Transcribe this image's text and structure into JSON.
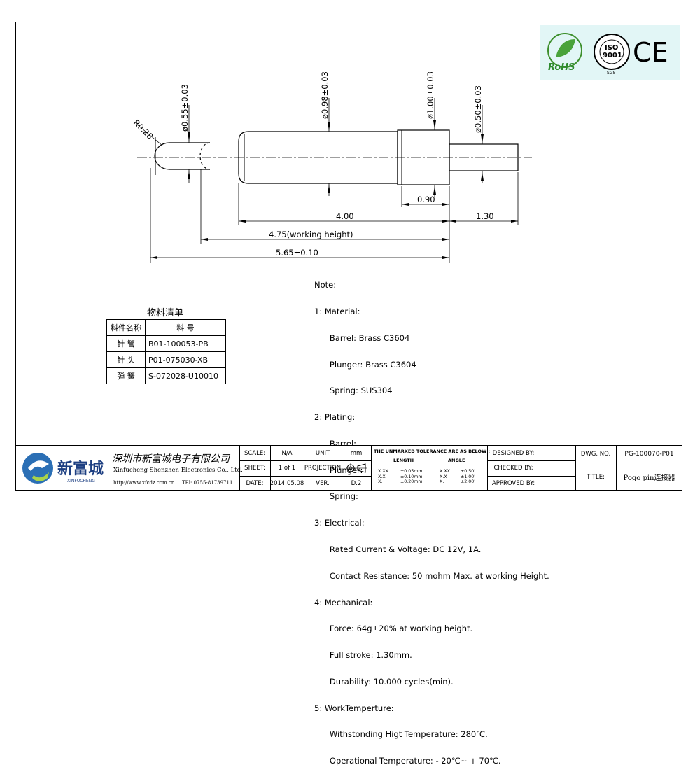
{
  "dimensions": {
    "r_tip": "R0.28",
    "d_plunger_tip": "ø0.55±0.03",
    "d_barrel": "ø0.98±0.03",
    "d_collar": "ø1.00±0.03",
    "d_tail": "ø0.50±0.03",
    "len_collar": "0.90",
    "len_barrel": "4.00",
    "len_tail": "1.30",
    "len_working": "4.75(working height)",
    "len_total": "5.65±0.10"
  },
  "notes": {
    "title": "Note:",
    "lines": [
      "1: Material:",
      "      Barrel: Brass C3604",
      "      Plunger: Brass C3604",
      "      Spring: SUS304",
      "2: Plating:",
      "      Barrel:",
      "      Plunger:",
      "      Spring:",
      "3: Electrical:",
      "      Rated Current & Voltage: DC 12V, 1A.",
      "      Contact Resistance: 50 mohm Max. at working Height.",
      "4: Mechanical:",
      "      Force: 64g±20% at working height.",
      "      Full stroke: 1.30mm.",
      "      Durability: 10.000 cycles(min).",
      "5: WorkTemperture:",
      "      Withstonding Higt Temperature: 280℃.",
      "      Operational Temperature: - 20℃~ + 70℃."
    ]
  },
  "bom": {
    "title": "物料清单",
    "headers": [
      "料件名称",
      "料 号"
    ],
    "rows": [
      [
        "针 管",
        "B01-100053-PB"
      ],
      [
        "针 头",
        "P01-075030-XB"
      ],
      [
        "弹 簧",
        "S-072028-U10010"
      ]
    ]
  },
  "certs": {
    "rohs": "RoHS",
    "iso": "ISO",
    "iso_num": "9001",
    "sgs": "SGS",
    "ce": "CE"
  },
  "title_block": {
    "company_cn": "深圳市新富城电子有限公司",
    "company_en": "Xinfucheng Shenzhen Electronics Co., Ltd.",
    "company_web": "http://www.xfcdz.com.cn",
    "company_tel": "TEl: 0755-81739711",
    "logo_text": "新富城",
    "logo_sub": "XINFUCHENG",
    "scale_label": "SCALE:",
    "scale_value": "N/A",
    "sheet_label": "SHEET:",
    "sheet_value": "1 of 1",
    "date_label": "DATE:",
    "date_value": "2014.05.08",
    "unit_label": "UNIT",
    "unit_value": "mm",
    "projection_label": "PROJECTION",
    "ver_label": "VER.",
    "ver_value": "D.2",
    "tolerance_title": "THE UNMARKED TOLERANCE ARE AS BELOW :",
    "length_label": "LENGTH",
    "angle_label": "ANGLE",
    "tol_rows": [
      [
        "X.XX",
        "±0.05mm",
        "X.XX",
        "±0.50'"
      ],
      [
        "X.X",
        "±0.10mm",
        "X.X",
        "±1.00'"
      ],
      [
        "X.",
        "±0.20mm",
        "X.",
        "±2.00'"
      ]
    ],
    "designed_by": "DESIGNED BY:",
    "checked_by": "CHECKED BY:",
    "approved_by": "APPROVED BY:",
    "dwg_label": "DWG. NO.",
    "dwg_value": "PG-100070-P01",
    "title_label": "TITLE:",
    "title_value": "Pogo pin连接器"
  }
}
